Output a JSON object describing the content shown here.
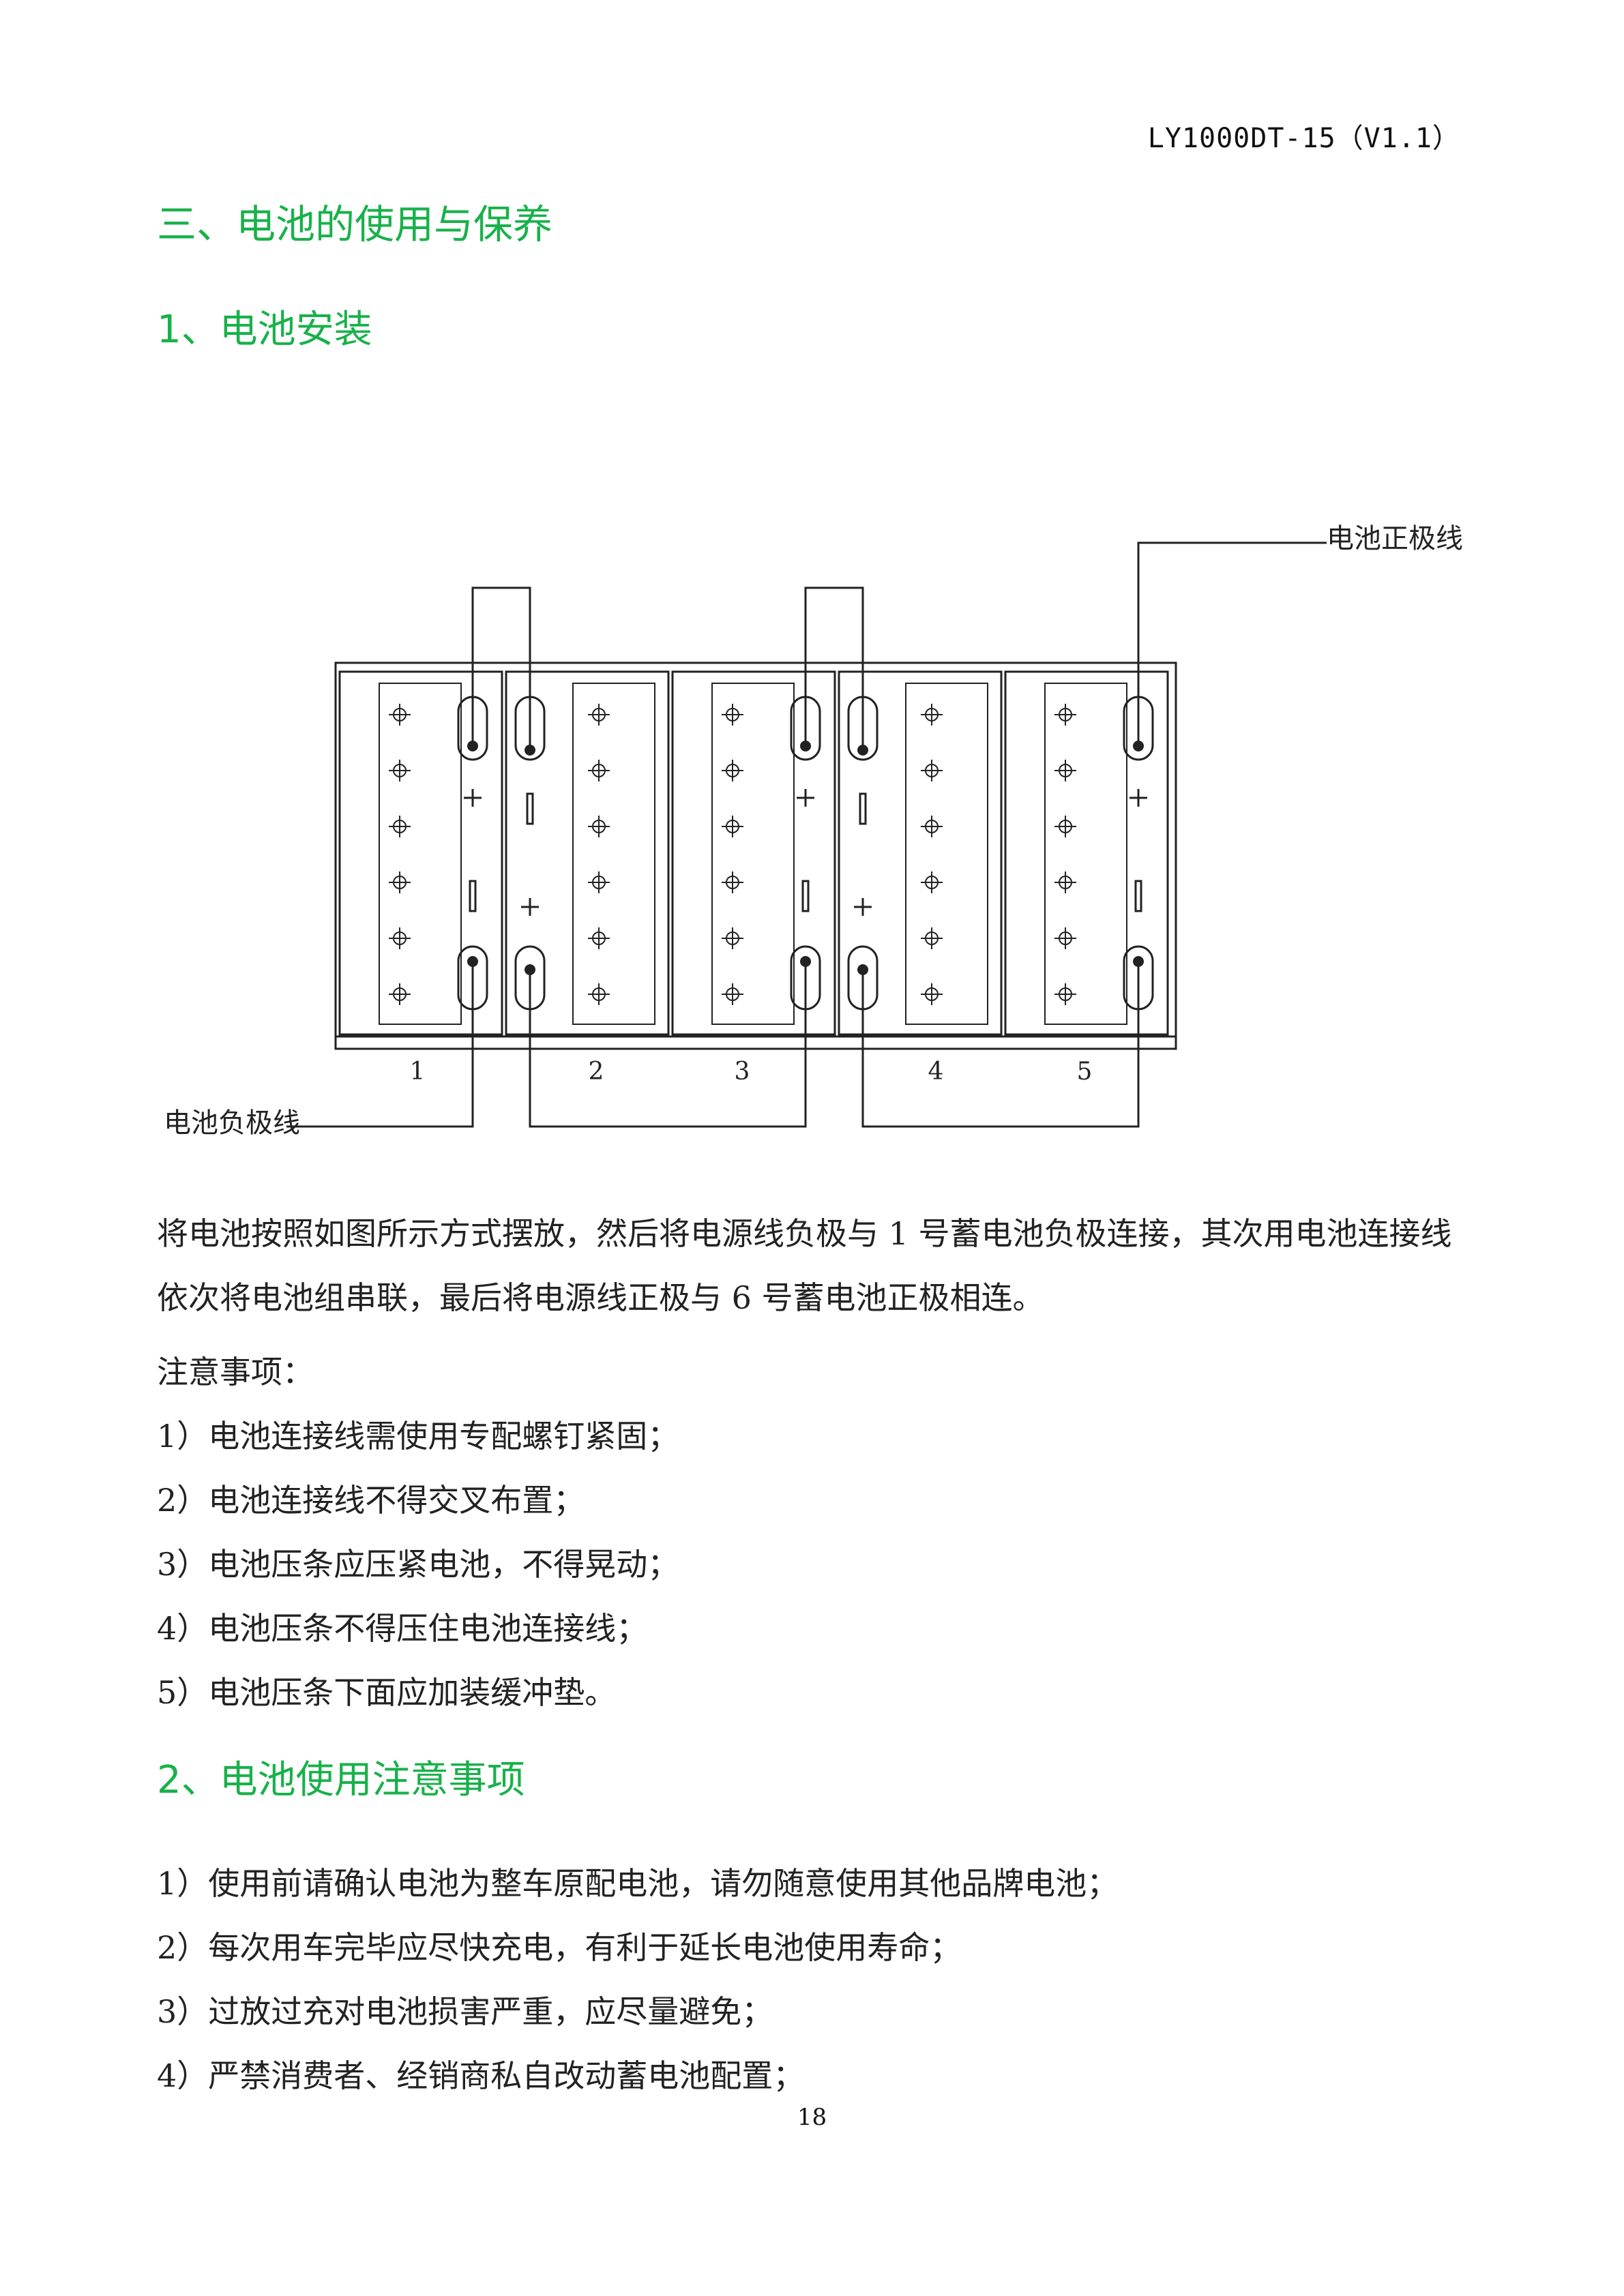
{
  "header": {
    "doc_code": "LY1000DT-15（V1.1）"
  },
  "section": {
    "title": "三、电池的使用与保养"
  },
  "sub1": {
    "title": "1、电池安装"
  },
  "diagram": {
    "label_positive": "电池正极线",
    "label_negative": "电池负极线",
    "battery_numbers": [
      "1",
      "2",
      "3",
      "4",
      "5"
    ]
  },
  "install": {
    "paragraph": "将电池按照如图所示方式摆放，然后将电源线负极与 1 号蓄电池负极连接，其次用电池连接线依次将电池组串联，最后将电源线正极与 6 号蓄电池正极相连。",
    "notes_title": "注意事项：",
    "notes": [
      "1）电池连接线需使用专配螺钉紧固；",
      "2）电池连接线不得交叉布置；",
      "3）电池压条应压紧电池，不得晃动；",
      "4）电池压条不得压住电池连接线；",
      "5）电池压条下面应加装缓冲垫。"
    ]
  },
  "sub2": {
    "title": "2、电池使用注意事项"
  },
  "usage": {
    "items": [
      "1）使用前请确认电池为整车原配电池，请勿随意使用其他品牌电池；",
      "2）每次用车完毕应尽快充电，有利于延长电池使用寿命；",
      "3）过放过充对电池损害严重，应尽量避免；",
      "4）严禁消费者、经销商私自改动蓄电池配置；"
    ]
  },
  "footer": {
    "page_number": "18"
  }
}
